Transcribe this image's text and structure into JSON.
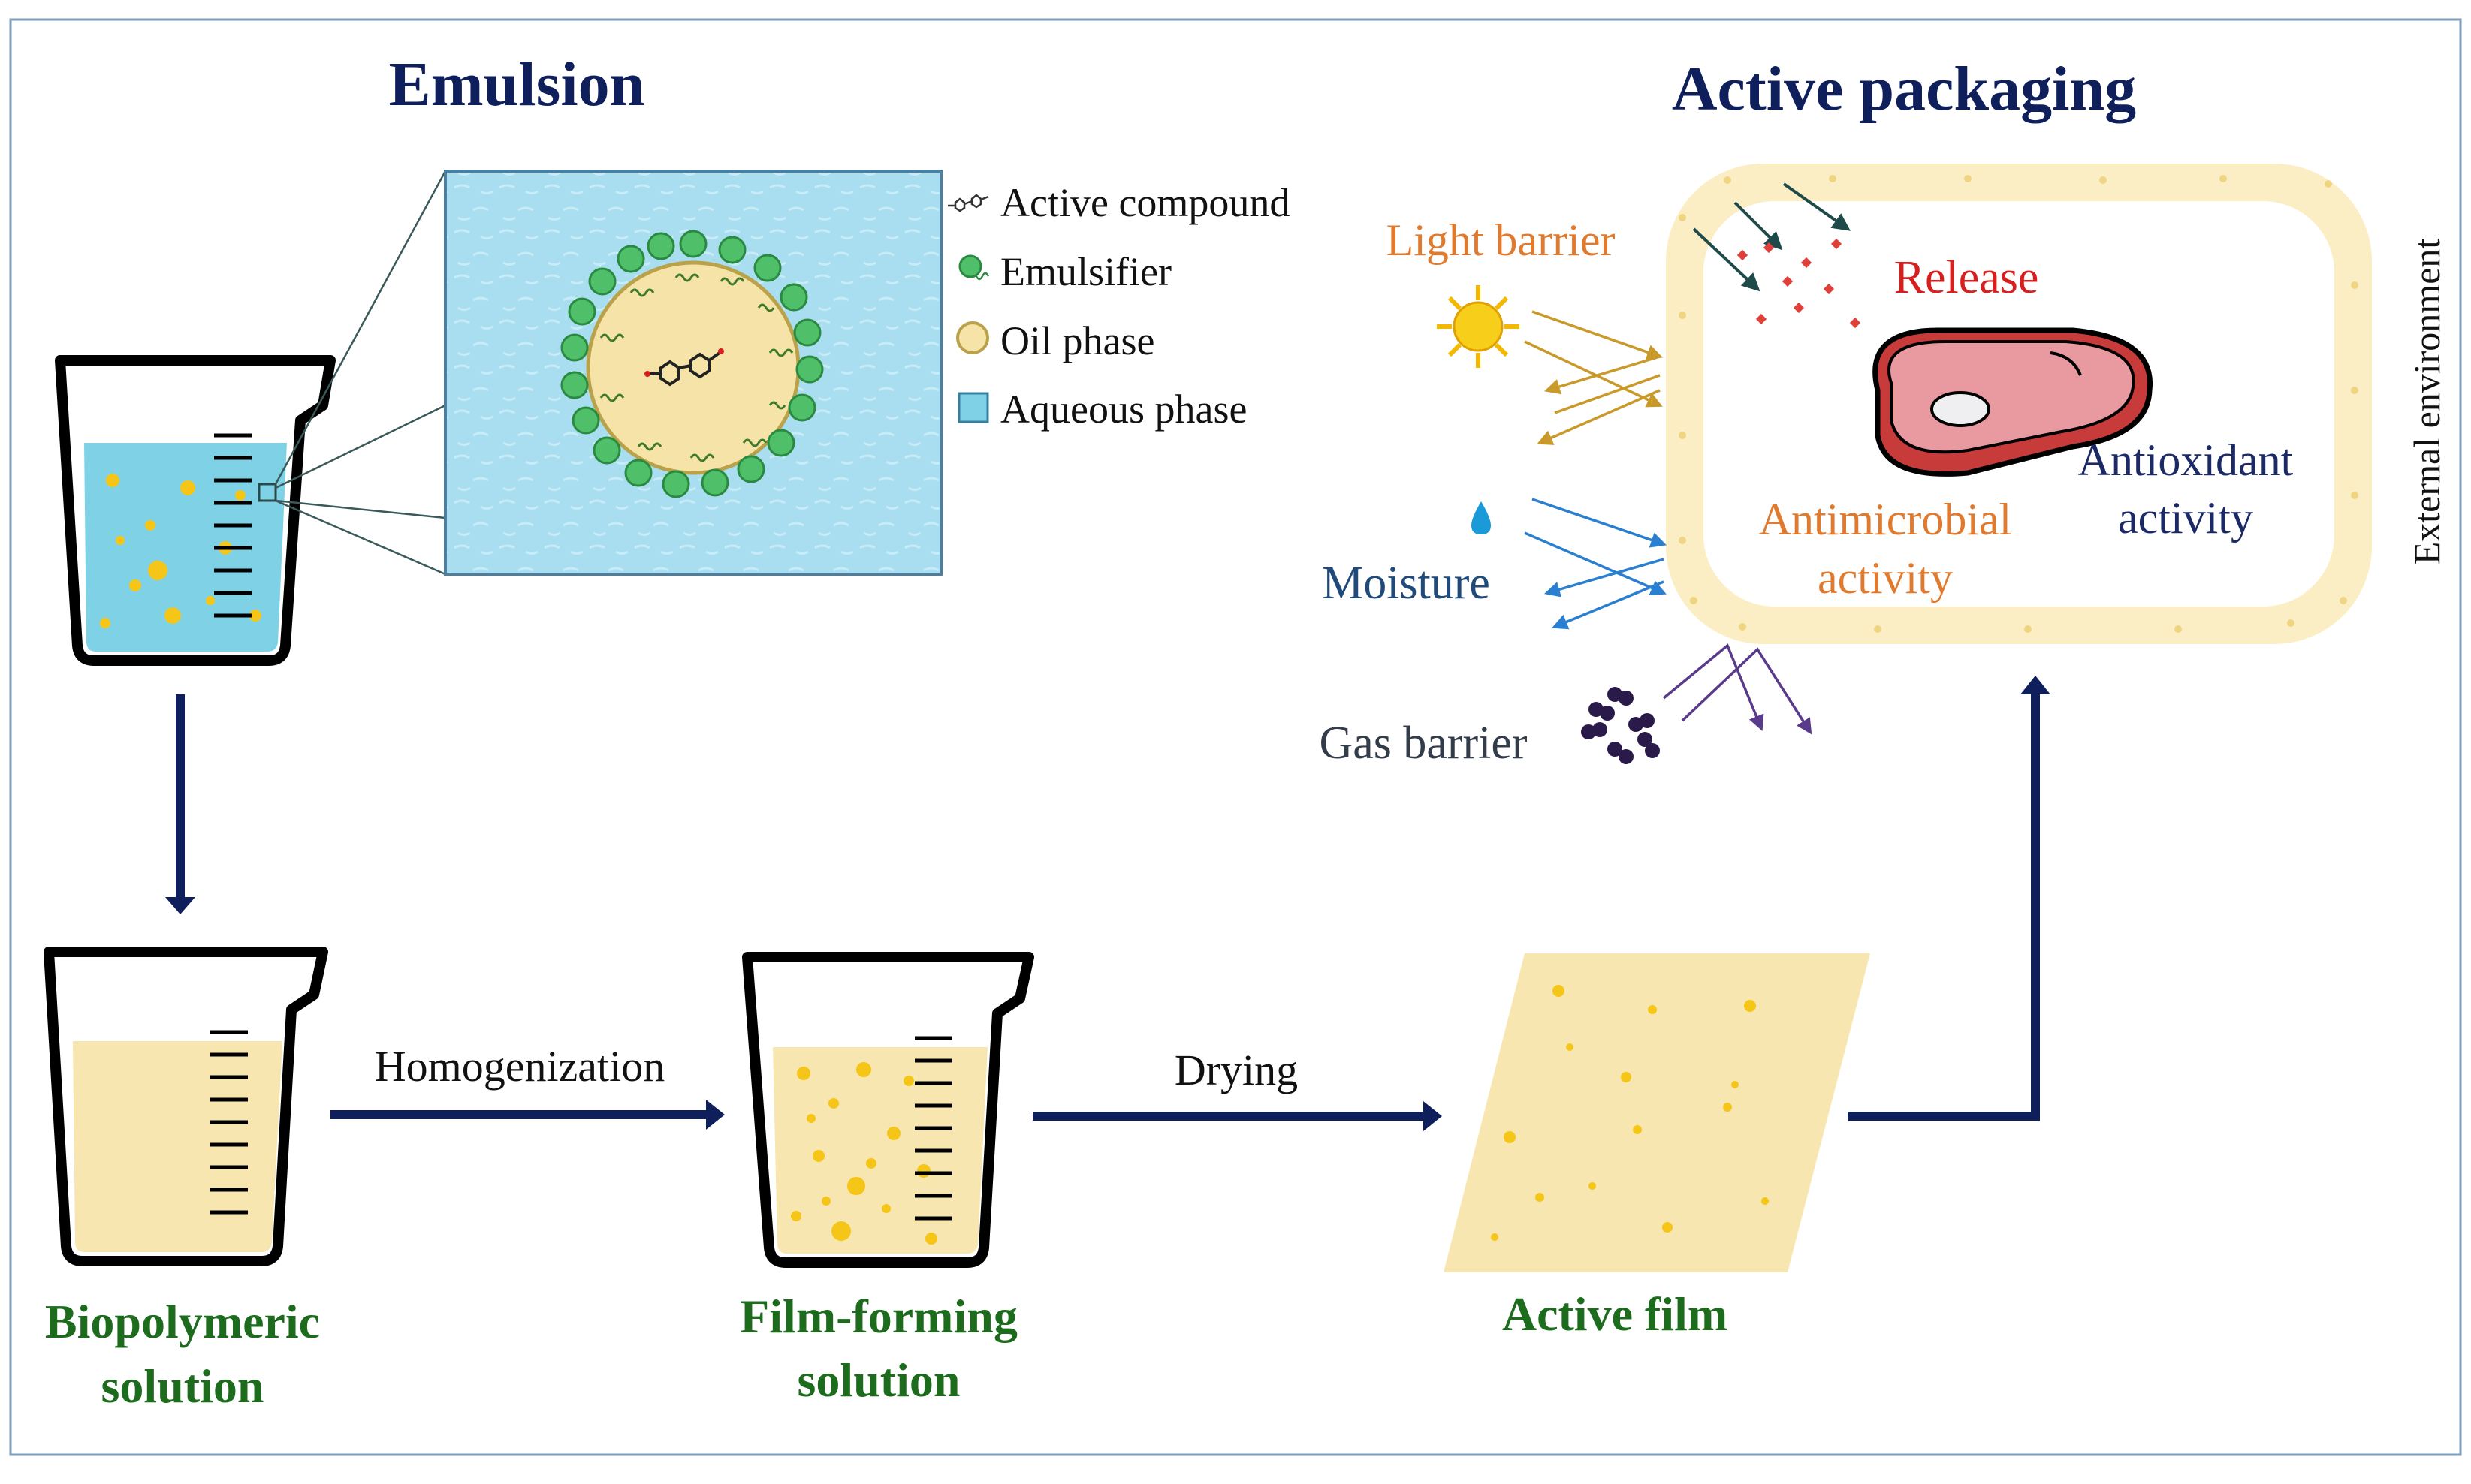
{
  "titles": {
    "emulsion": "Emulsion",
    "active_packaging": "Active packaging"
  },
  "legend": {
    "active_compound": "Active compound",
    "emulsifier": "Emulsifier",
    "oil_phase": "Oil phase",
    "aqueous_phase": "Aqueous phase"
  },
  "process": {
    "homogenization": "Homogenization",
    "drying": "Drying",
    "biopolymeric_line1": "Biopolymeric",
    "biopolymeric_line2": "solution",
    "film_forming_line1": "Film-forming",
    "film_forming_line2": "solution",
    "active_film": "Active film"
  },
  "packaging": {
    "light_barrier": "Light barrier",
    "moisture": "Moisture",
    "gas_barrier": "Gas barrier",
    "release": "Release",
    "antimicrobial_line1": "Antimicrobial",
    "antimicrobial_line2": "activity",
    "antioxidant_line1": "Antioxidant",
    "antioxidant_line2": "activity",
    "external_environment": "External environment"
  },
  "colors": {
    "navy_arrow": "#0f1f5c",
    "aqueous_blue": "#7fd2e6",
    "film_yellow": "#f7e6b0",
    "oil_droplet": "#f5c518",
    "emulsifier_green": "#4fbf6a",
    "light_orange": "#e07a2e",
    "moisture_blue": "#1f4a7a",
    "release_red": "#d81f1f"
  }
}
